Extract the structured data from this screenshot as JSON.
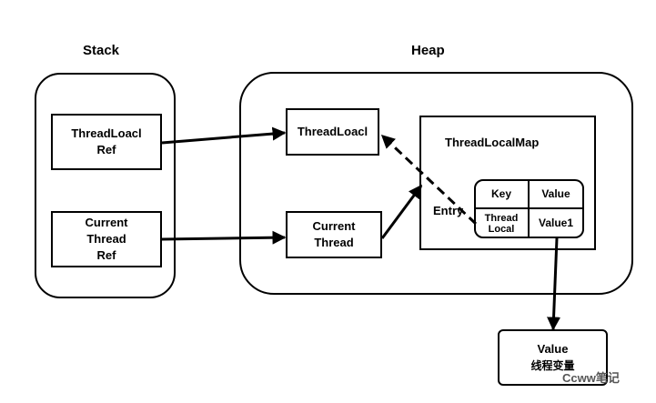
{
  "stack": {
    "title": "Stack",
    "threadlocal_ref": [
      "ThreadLoacl",
      "Ref"
    ],
    "current_thread_ref": [
      "Current",
      "Thread",
      "Ref"
    ]
  },
  "heap": {
    "title": "Heap",
    "threadlocal": "ThreadLoacl",
    "current_thread": [
      "Current",
      "Thread"
    ],
    "threadlocalmap": {
      "title": "ThreadLocalMap",
      "entry_label": "Entry",
      "table": {
        "key_header": "Key",
        "value_header": "Value",
        "key_cell": [
          "Thread",
          "Local"
        ],
        "value_cell": "Value1"
      }
    }
  },
  "value_box": [
    "Value",
    "线程变量"
  ],
  "watermark": "Ccww笔记"
}
